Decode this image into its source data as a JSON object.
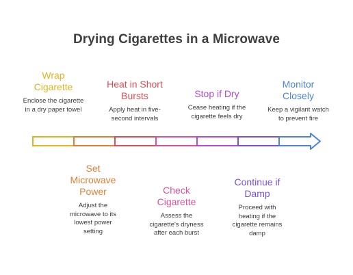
{
  "title": "Drying Cigarettes in a Microwave",
  "steps": [
    {
      "title": "Wrap Cigarette",
      "description": "Enclose the cigarette in a dry paper towel",
      "color": "#dcb51f"
    },
    {
      "title": "Set Microwave Power",
      "description": "Adjust the microwave to its lowest power setting",
      "color": "#df7f35"
    },
    {
      "title": "Heat in Short Bursts",
      "description": "Apply heat in five-second intervals",
      "color": "#dd4d58"
    },
    {
      "title": "Check Cigarette",
      "description": "Assess the cigarette's dryness after each burst",
      "color": "#dc4f9c"
    },
    {
      "title": "Stop if Dry",
      "description": "Cease heating if the cigarette feels dry",
      "color": "#b549d9"
    },
    {
      "title": "Continue if Damp",
      "description": "Proceed with heating if the cigarette remains damp",
      "color": "#7a4fd6"
    },
    {
      "title": "Monitor Closely",
      "description": "Keep a vigilant watch to prevent fire",
      "color": "#4a83d7"
    }
  ]
}
